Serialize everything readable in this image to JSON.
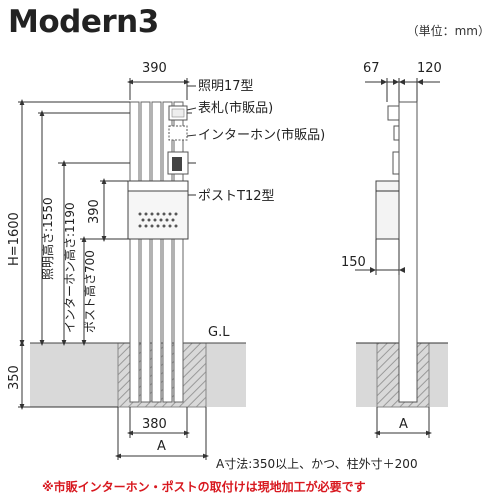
{
  "header": {
    "title": "Modern3",
    "unit_note": "（単位：mm）"
  },
  "front_view": {
    "width_top": "390",
    "labels": {
      "light": "照明17型",
      "nameplate": "表札(市販品)",
      "intercom": "インターホン(市販品)",
      "post": "ポストT12型",
      "ground": "G.L"
    },
    "vertical_dims": {
      "height": "H=1600",
      "light_height": "照明高さ:1550",
      "intercom_height": "インターホン高さ:1190",
      "post_height": "ポスト高さ700",
      "post_size": "390",
      "embed_depth": "350"
    },
    "bottom_width": "380",
    "foundation_label": "A"
  },
  "side_view": {
    "dim_left": "67",
    "dim_right": "120",
    "dim_post": "150",
    "foundation_label": "A"
  },
  "notes": {
    "a_rule": "A寸法:350以上、かつ、柱外寸＋200",
    "warning": "※市販インターホン・ポストの取付けは現地加工が必要です"
  },
  "colors": {
    "warning": "#d8181f",
    "foundation_fill": "#d9d9d9"
  }
}
